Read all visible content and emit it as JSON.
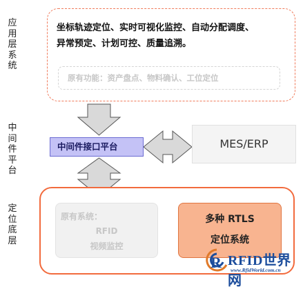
{
  "layers": {
    "application": {
      "side_label": "应用层系统",
      "features": [
        "坐标轨迹定位、实时可视化监控、自动分配调度、",
        "异常预定、计划可控、质量追溯。"
      ],
      "legacy_functions": "原有功能：资产盘点、物料确认、工位定位"
    },
    "middleware": {
      "side_label": "中间件平台",
      "platform": "中间件接口平台",
      "external": "MES/ERP"
    },
    "location": {
      "side_label": "定位底层",
      "legacy_title": "原有系统：",
      "legacy_line1": "RFID",
      "legacy_line2": "视频监控",
      "rtls_line1": "多种 RTLS",
      "rtls_line2": "定位系统"
    }
  },
  "watermark": {
    "brand": "RFID世界网",
    "url": "www.RfidWorld.com.cn"
  },
  "colors": {
    "app_border": "#f07a5a",
    "middleware_fill": "#c4c2f6",
    "location_border": "#f26a3c",
    "rtls_fill": "#f8b490",
    "arrow_fill": "#d9d9d9",
    "logo_blue": "#1c4d9c"
  }
}
